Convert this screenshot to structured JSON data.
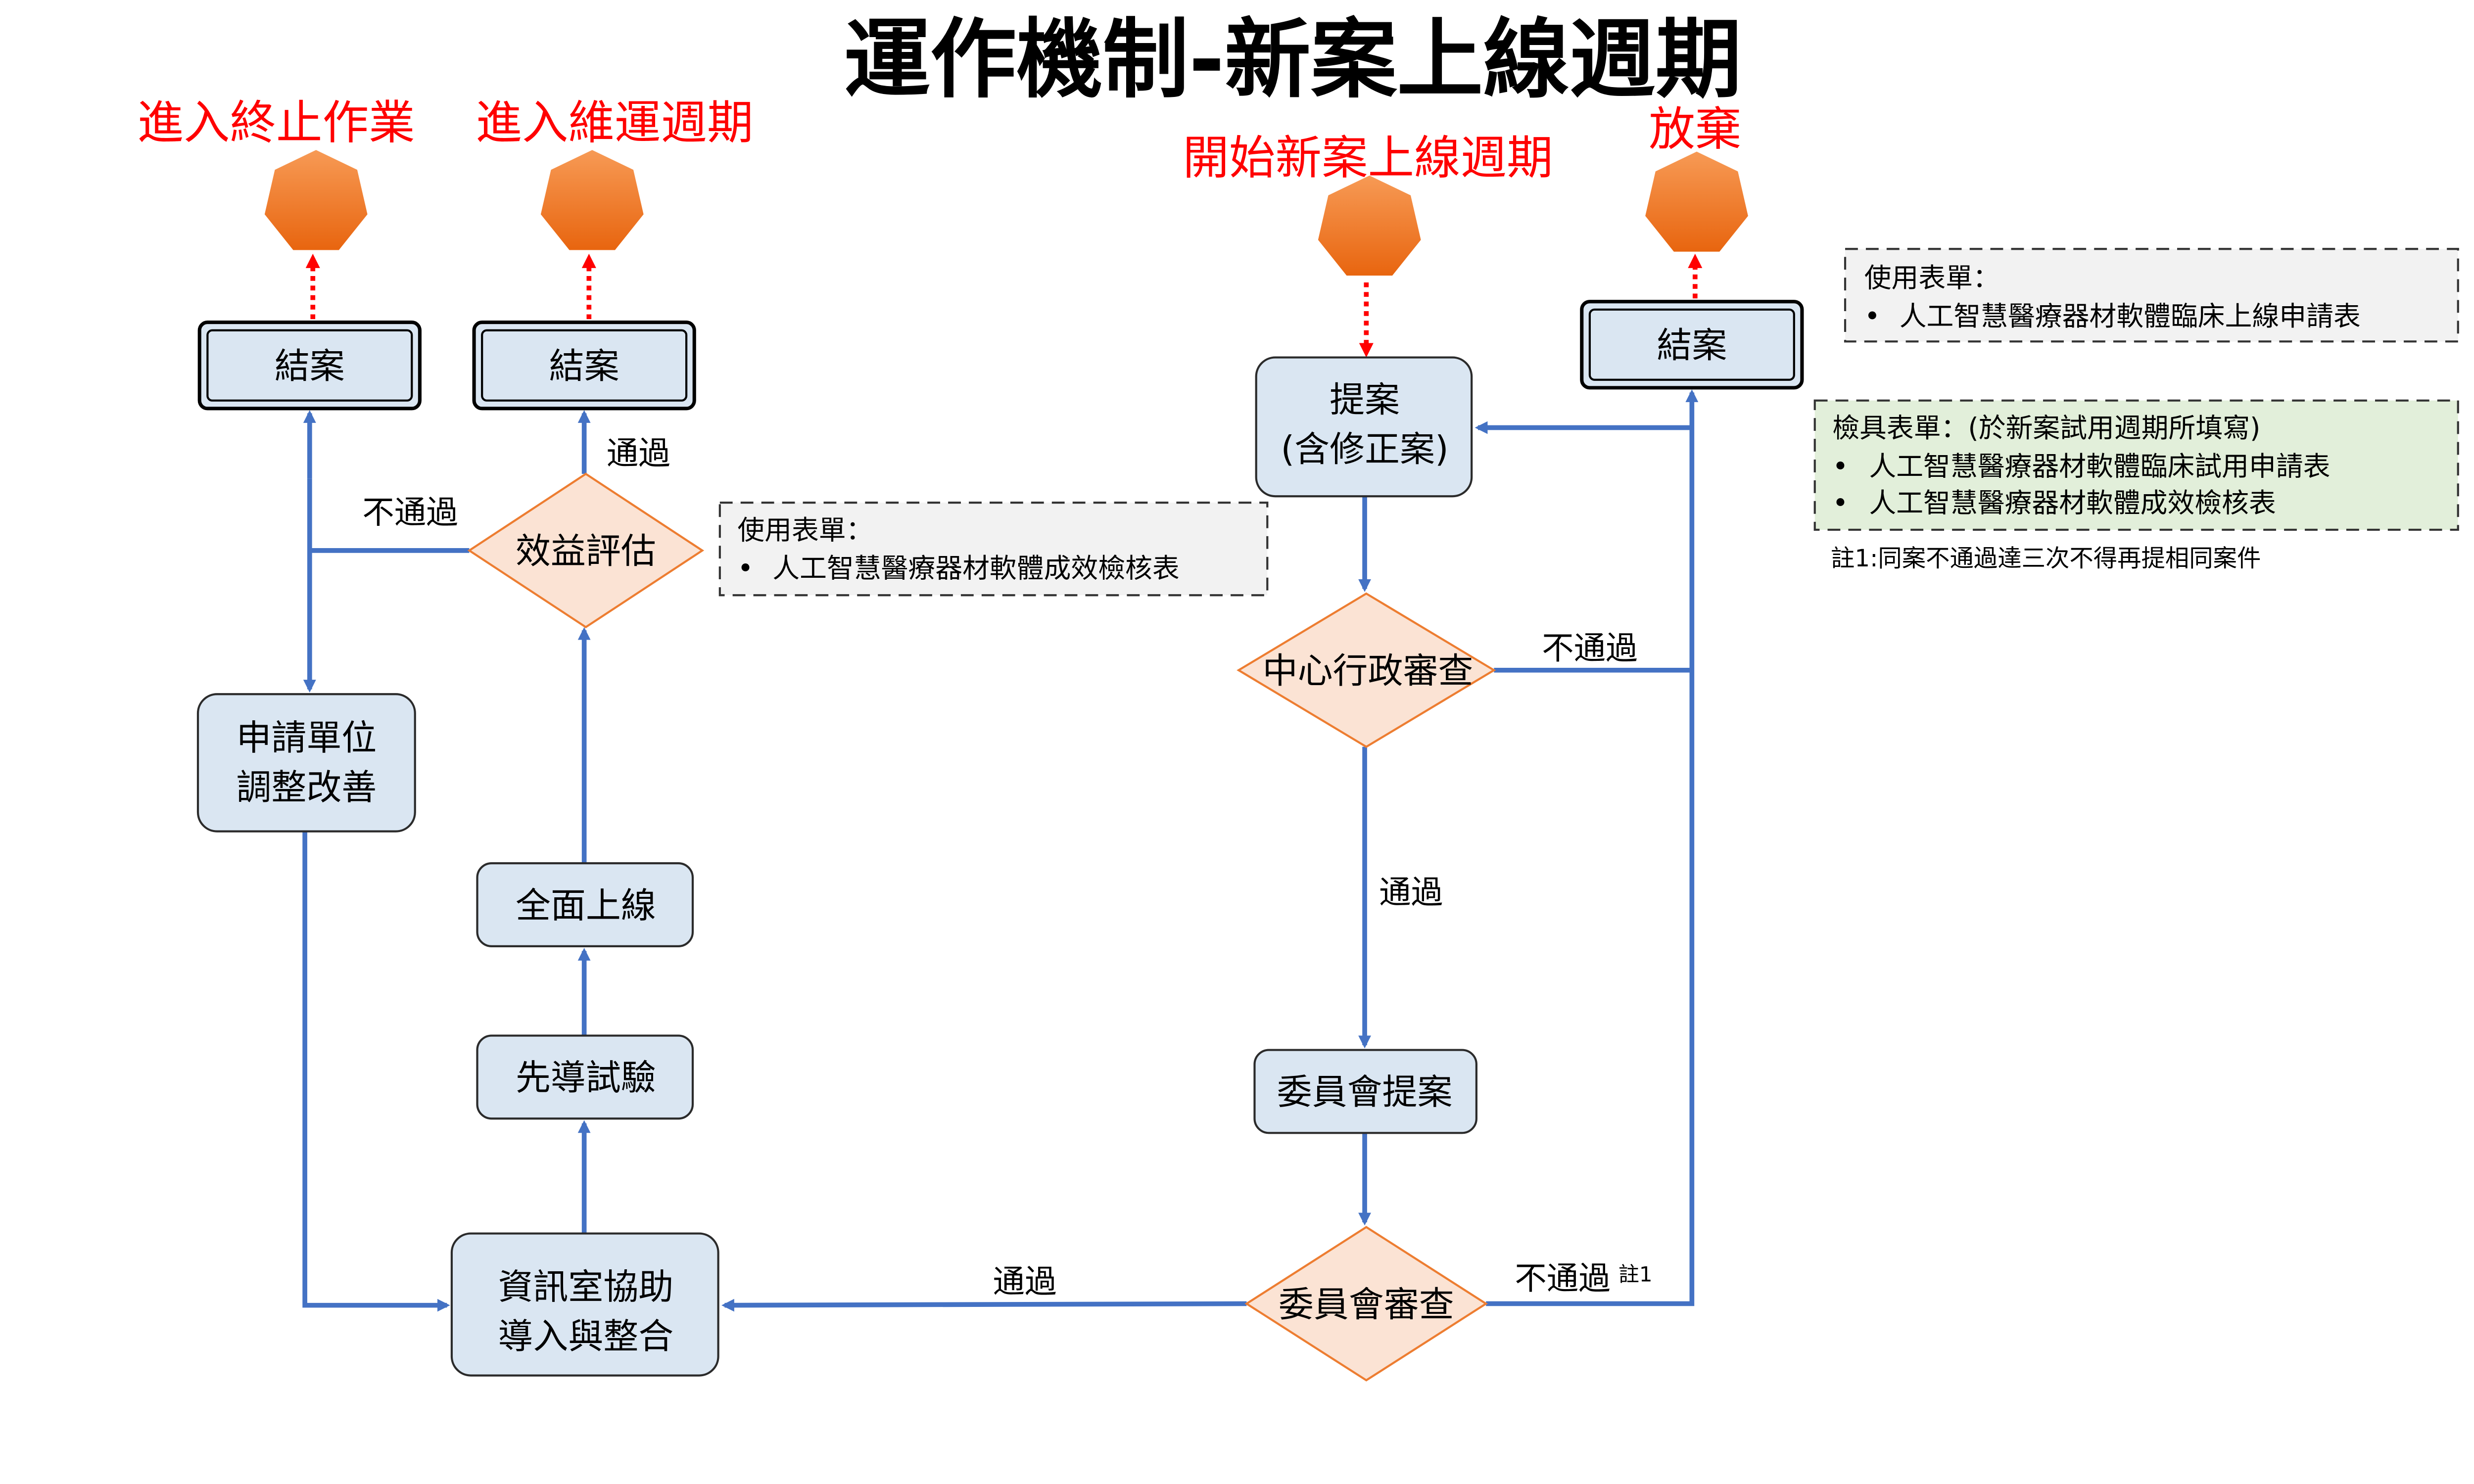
{
  "title": "運作機制-新案上線週期",
  "terminals": {
    "terminate": "進入終止作業",
    "maintenance": "進入維運週期",
    "start": "開始新案上線週期",
    "abandon": "放棄"
  },
  "nodes": {
    "close_left": "結案",
    "close_mid": "結案",
    "close_right": "結案",
    "proposal_line1": "提案",
    "proposal_line2": "(含修正案)",
    "adjust_line1": "申請單位",
    "adjust_line2": "調整改善",
    "full_launch": "全面上線",
    "pilot": "先導試驗",
    "it_line1": "資訊室協助",
    "it_line2": "導入與整合",
    "committee_proposal": "委員會提案"
  },
  "decisions": {
    "benefit": "效益評估",
    "admin_review": "中心行政審查",
    "committee_review": "委員會審查"
  },
  "edge_labels": {
    "benefit_pass": "通過",
    "benefit_fail": "不通過",
    "admin_pass": "通過",
    "admin_fail": "不通過",
    "committee_pass": "通過",
    "committee_fail": "不通過",
    "committee_fail_note": "註1"
  },
  "notes": {
    "benefit_forms": {
      "heading": "使用表單：",
      "items": [
        "人工智慧醫療器材軟體成效檢核表"
      ]
    },
    "launch_forms": {
      "heading": "使用表單：",
      "items": [
        "人工智慧醫療器材軟體臨床上線申請表"
      ]
    },
    "check_forms": {
      "heading": "檢具表單：(於新案試用週期所填寫)",
      "items": [
        "人工智慧醫療器材軟體臨床試用申請表",
        "人工智慧醫療器材軟體成效檢核表"
      ]
    },
    "footnote": "註1:同案不通過達三次不得再提相同案件"
  },
  "colors": {
    "flow": "#4472c4",
    "terminal": "#ed7d31",
    "label_red": "#ff0000",
    "node_fill": "#dae6f2",
    "decision_fill": "#fbe3d4",
    "note_green": "#e2efda",
    "note_gray": "#f2f2f2"
  }
}
